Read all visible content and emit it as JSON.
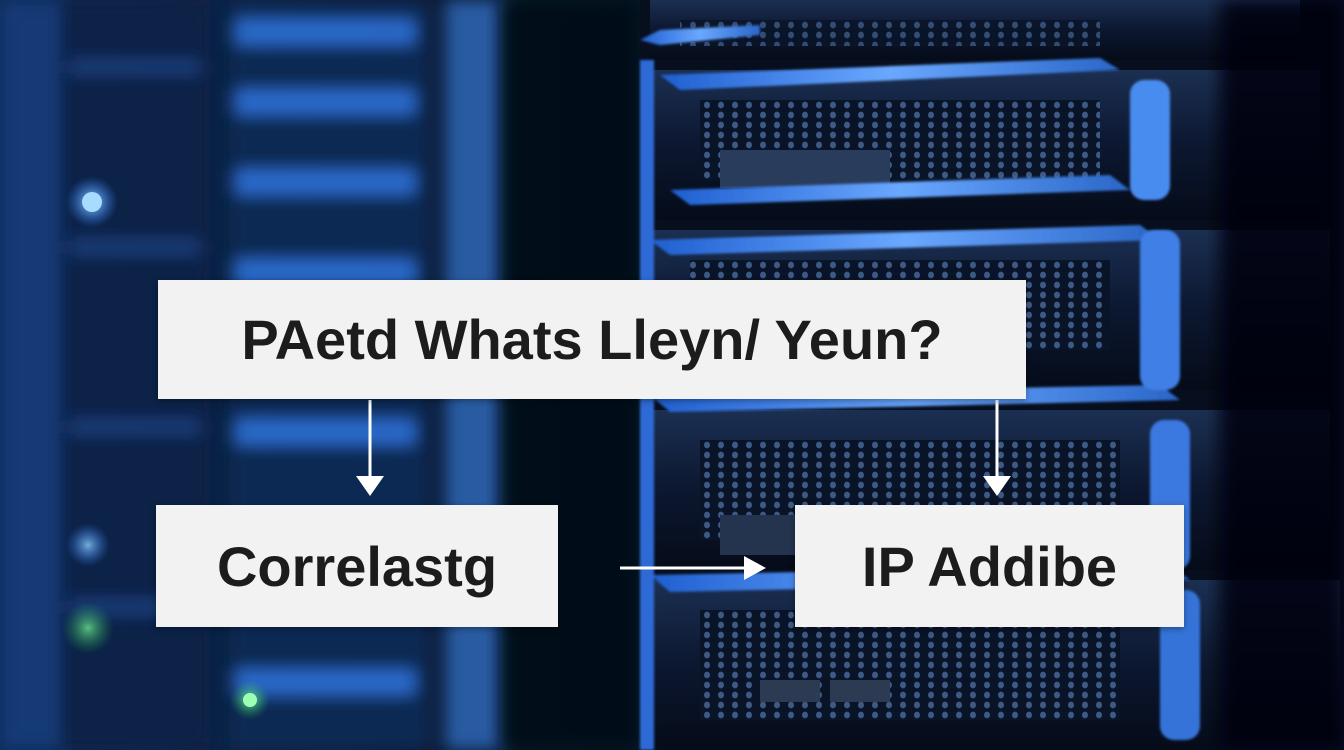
{
  "diagram": {
    "question_label": "PAetd Whats Lleyn/ Yeun?",
    "left_label": "Correlastg",
    "right_label": "IP Addibe"
  },
  "colors": {
    "box_fill": "#f2f2f2",
    "text": "#1c1c1c",
    "arrow": "#ffffff",
    "server_blue": "#3b7be8",
    "led_green": "#33ff66",
    "led_blue": "#4fa3ff"
  },
  "background": {
    "subject": "server-rack-photo"
  }
}
